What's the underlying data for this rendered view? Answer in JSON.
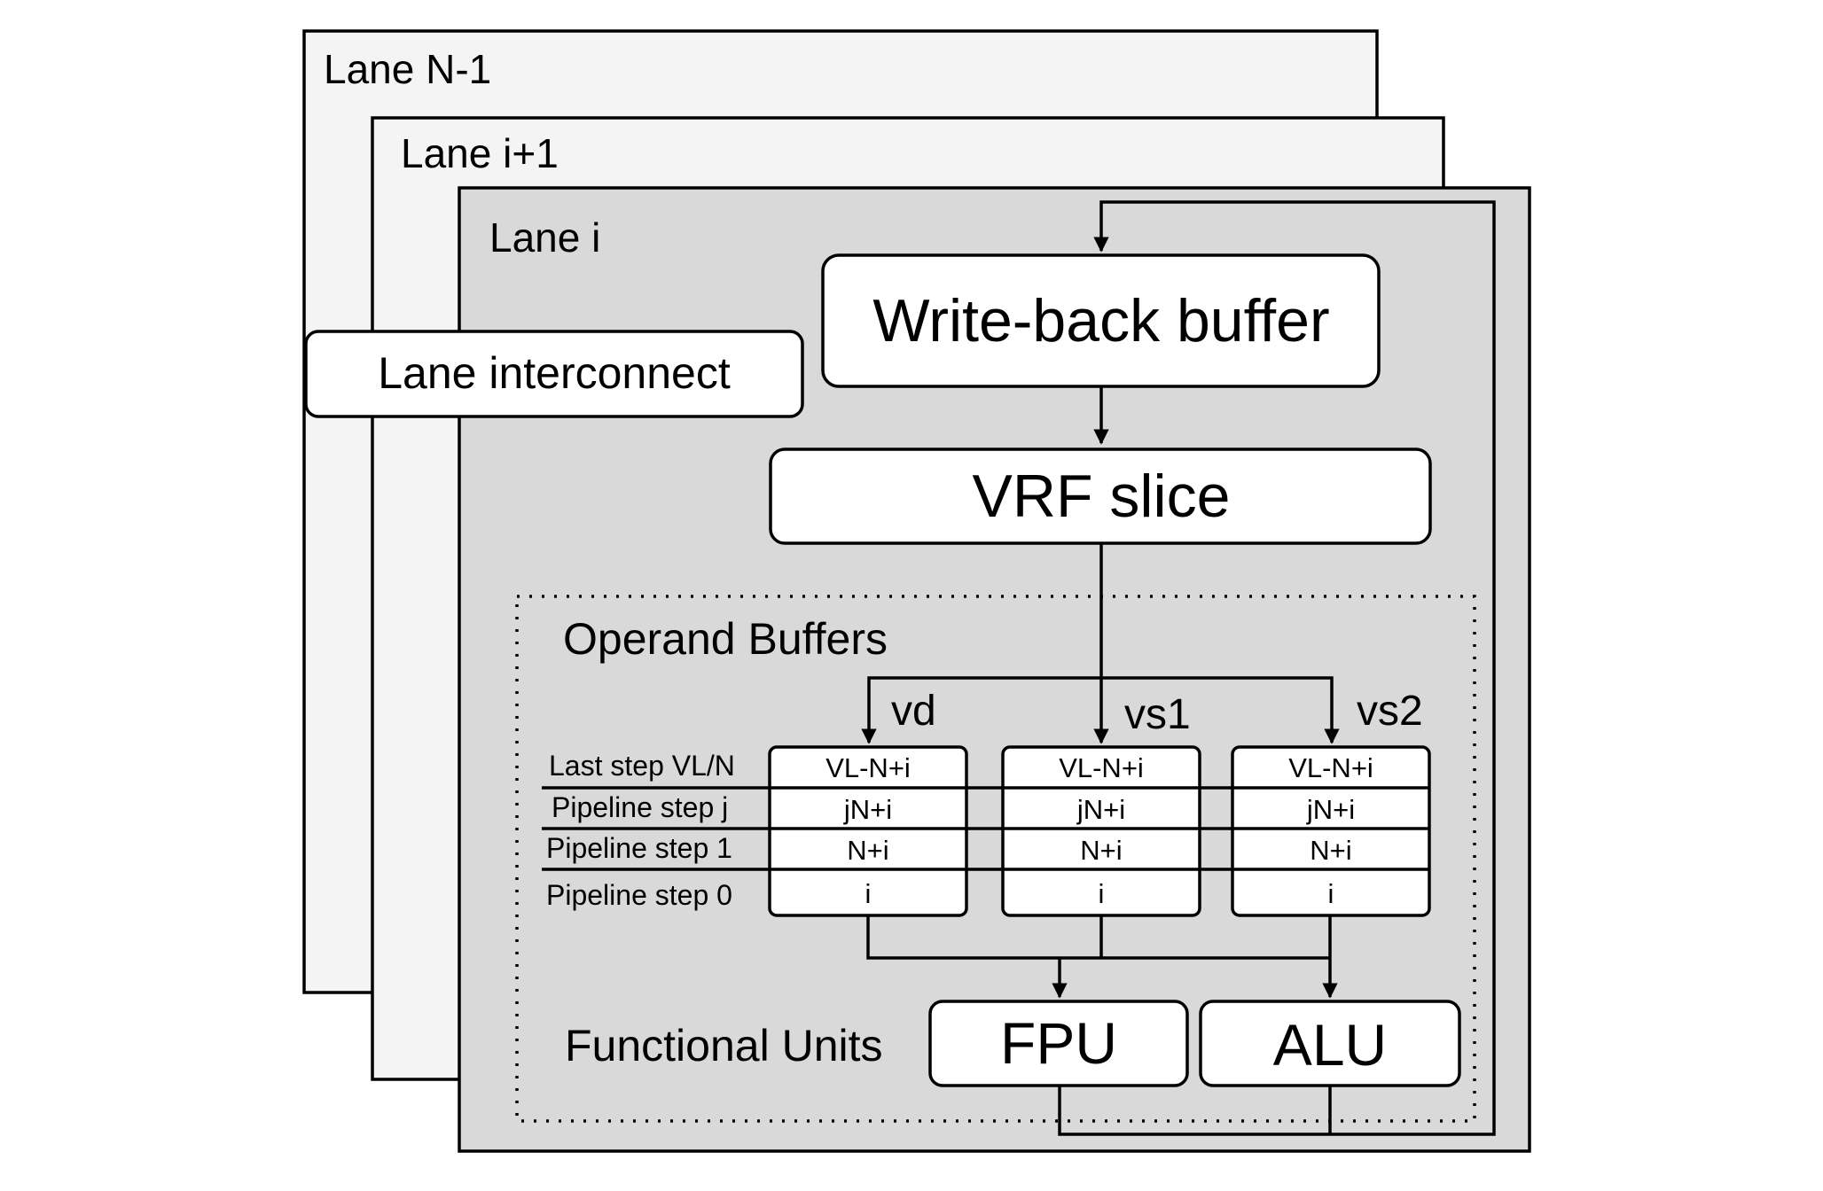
{
  "lanes": {
    "back": "Lane N-1",
    "middle": "Lane i+1",
    "front": "Lane i"
  },
  "lane_interconnect": "Lane interconnect",
  "write_back_buffer": "Write-back buffer",
  "vrf_slice": "VRF slice",
  "operand_buffers": {
    "title": "Operand Buffers",
    "columns": [
      {
        "name": "vd",
        "cells": [
          "VL-N+i",
          "jN+i",
          "N+i",
          "i"
        ]
      },
      {
        "name": "vs1",
        "cells": [
          "VL-N+i",
          "jN+i",
          "N+i",
          "i"
        ]
      },
      {
        "name": "vs2",
        "cells": [
          "VL-N+i",
          "jN+i",
          "N+i",
          "i"
        ]
      }
    ],
    "row_labels": [
      "Last step VL/N",
      "Pipeline step j",
      "Pipeline step 1",
      "Pipeline step 0"
    ]
  },
  "functional_units": {
    "title": "Functional Units",
    "fpu": "FPU",
    "alu": "ALU"
  },
  "colors": {
    "lane_back_fill": "#f4f4f4",
    "lane_front_fill": "#d9d9d9",
    "box_fill": "#ffffff",
    "stroke": "#000000"
  }
}
